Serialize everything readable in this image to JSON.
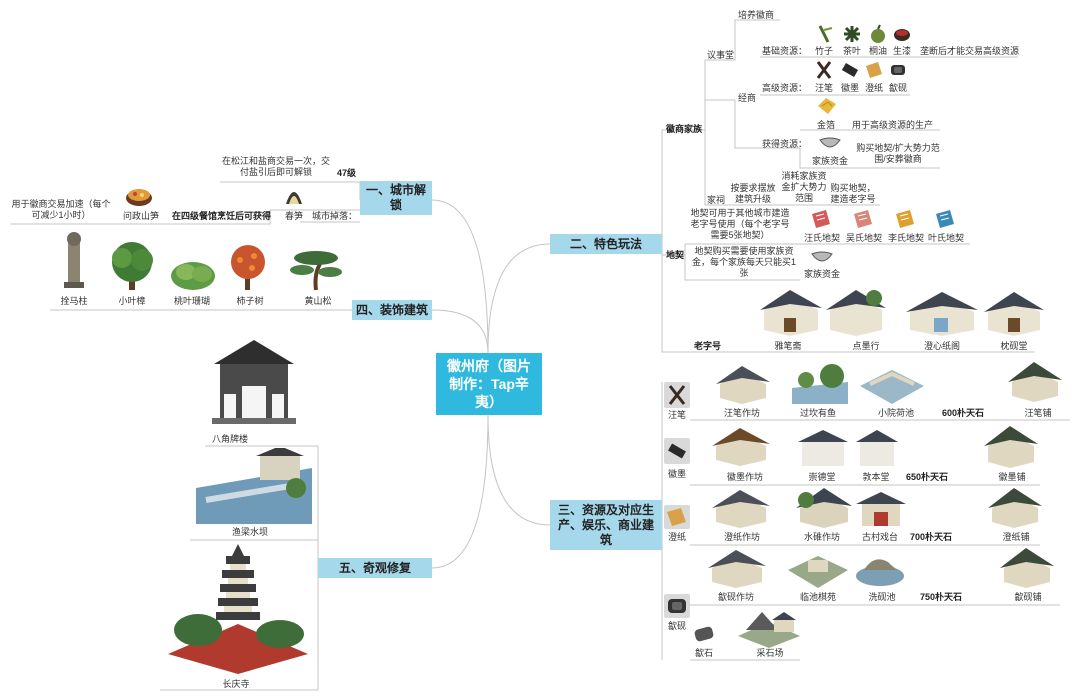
{
  "central": "徽州府（图片制作：Tap辛夷）",
  "branches": {
    "b1": "一、城市解锁",
    "b2": "二、特色玩法",
    "b3": "三、资源及对应生产、娱乐、商业建筑",
    "b4": "四、装饰建筑",
    "b5": "五、奇观修复"
  },
  "b1": {
    "note1": "在松江和盐商交易一次，交付盐引后即可解锁",
    "level": "47级",
    "note2": "用于徽商交易加速（每个可减少1小时）",
    "item1": "问政山笋",
    "note3": "在四级餐馆烹饪后可获得",
    "item2": "春笋",
    "drop": "城市掉落："
  },
  "b4": {
    "items": [
      "拴马柱",
      "小叶樟",
      "桃叶珊瑚",
      "柿子树",
      "黄山松"
    ]
  },
  "b5": {
    "items": [
      "八角牌楼",
      "渔梁水坝",
      "长庆寺"
    ]
  },
  "b2": {
    "huishang": "徽商家族",
    "yishitang": "议事堂",
    "peiyang": "培养徽商",
    "jingshang": "经商",
    "basic_label": "基础资源：",
    "basic_items": [
      "竹子",
      "茶叶",
      "桐油",
      "生漆"
    ],
    "basic_note": "垄断后才能交易高级资源",
    "adv_label": "高级资源：",
    "adv_items": [
      "汪笔",
      "徽墨",
      "澄纸",
      "歙砚"
    ],
    "gold": "金箔",
    "gold_note": "用于高级资源的生产",
    "get_label": "获得资源：",
    "fund": "家族资金",
    "fund_note": "购买地契/扩大势力范围/安葬徽商",
    "jiaci": "家祠",
    "jiaci_note1": "按要求摆放建筑升级",
    "jiaci_note2": "消耗家族资金扩大势力范围",
    "jiaci_note3": "购买地契，建造老字号",
    "diqi": "地契",
    "diqi_note1": "地契可用于其他城市建造老字号使用（每个老字号需要5张地契）",
    "diqi_items": [
      "汪氏地契",
      "吴氏地契",
      "李氏地契",
      "叶氏地契"
    ],
    "diqi_note2": "地契购买需要使用家族资金，每个家族每天只能买1张",
    "fund2": "家族资金",
    "laozihao": "老字号",
    "lzh_items": [
      "雅笔斋",
      "点墨行",
      "澄心纸阁",
      "枕砚堂"
    ]
  },
  "b3": {
    "rows": [
      {
        "res": "汪笔",
        "items": [
          "汪笔作坊",
          "过坎有鱼",
          "小院荷池"
        ],
        "price": "600朴天石",
        "shop": "汪笔铺"
      },
      {
        "res": "徽墨",
        "items": [
          "徽墨作坊",
          "崇德堂",
          "敦本堂"
        ],
        "price": "650朴天石",
        "shop": "徽墨铺"
      },
      {
        "res": "澄纸",
        "items": [
          "澄纸作坊",
          "水碓作坊",
          "古村戏台"
        ],
        "price": "700朴天石",
        "shop": "澄纸铺"
      },
      {
        "res": "歙砚",
        "items": [
          "歙砚作坊",
          "临池棋苑",
          "洗砚池"
        ],
        "price": "750朴天石",
        "shop": "歙砚铺"
      }
    ],
    "extra": [
      "歙石",
      "采石场"
    ]
  },
  "colors": {
    "central": "#2fb9de",
    "branch": "#a6d8ec",
    "line": "#bfbfbf"
  }
}
